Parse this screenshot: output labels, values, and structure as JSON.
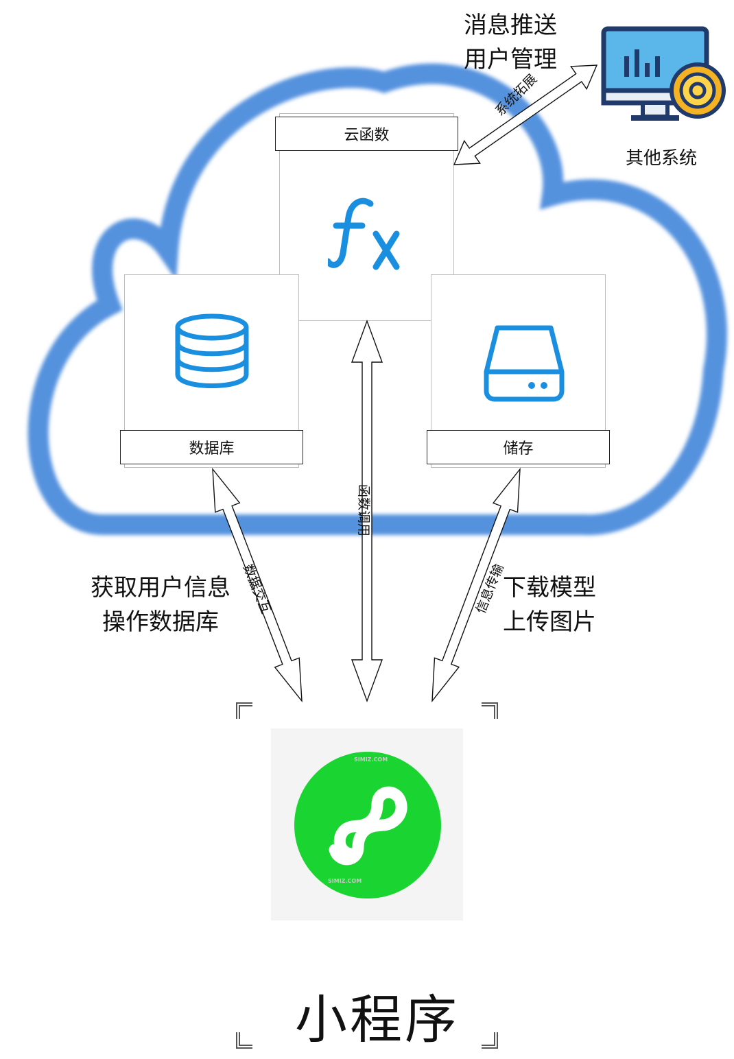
{
  "cloud": {
    "function_card": {
      "label": "云函数",
      "icon": "fx-icon"
    },
    "database_card": {
      "label": "数据库",
      "icon": "database-icon"
    },
    "storage_card": {
      "label": "储存",
      "icon": "storage-drive-icon"
    }
  },
  "external_system": {
    "label": "其他系统",
    "icon": "monitor-chart-gear-icon",
    "features": [
      "消息推送",
      "用户管理"
    ],
    "arrow_label": "系统拓展"
  },
  "left_notes": [
    "获取用户信息",
    "操作数据库"
  ],
  "right_notes": [
    "下载模型",
    "上传图片"
  ],
  "arrows": {
    "database": "数据交互",
    "function": "函数调用",
    "storage": "信息传输"
  },
  "mini_program": {
    "title": "小程序",
    "icon": "mini-program-logo-icon",
    "watermark": "SIMIZ.COM"
  },
  "colors": {
    "cloud_outline": "#5592de",
    "icon_blue": "#1a8fe0",
    "mini_program_green": "#1ad531",
    "monitor_screen": "#5bb6ea",
    "monitor_frame": "#1f3a6b",
    "gear_yellow": "#f5b323"
  }
}
